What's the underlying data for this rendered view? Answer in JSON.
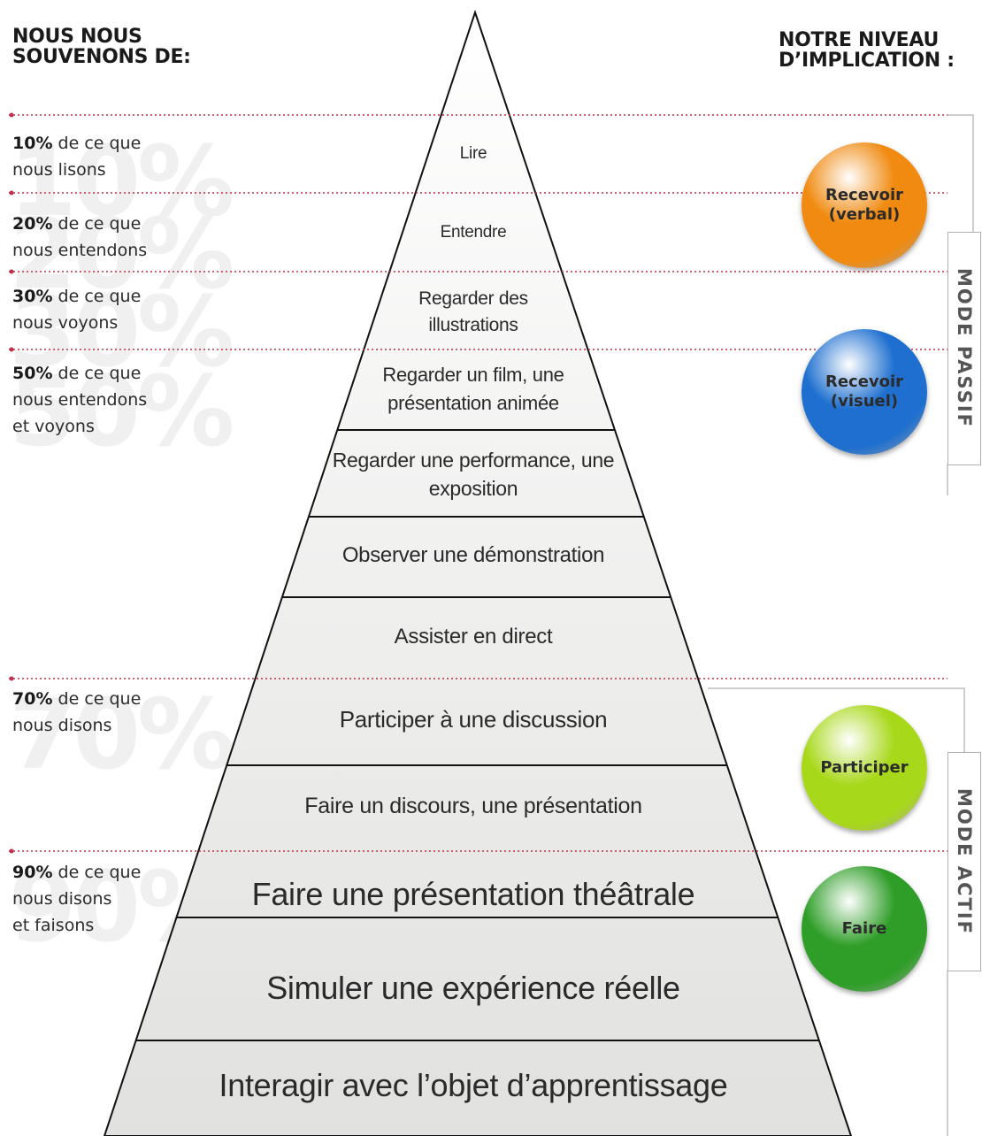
{
  "headers": {
    "left": [
      "NOUS NOUS",
      "SOUVENONS DE:"
    ],
    "right": [
      "NOTRE NIVEAU",
      "D’IMPLICATION :"
    ]
  },
  "retention": [
    {
      "percent": "10%",
      "lines": [
        "de ce que",
        "nous lisons"
      ],
      "ghost": "10%"
    },
    {
      "percent": "20%",
      "lines": [
        "de ce que",
        "nous entendons"
      ],
      "ghost": "20%"
    },
    {
      "percent": "30%",
      "lines": [
        "de ce que",
        "nous voyons"
      ],
      "ghost": "30%"
    },
    {
      "percent": "50%",
      "lines": [
        "de ce que",
        "nous entendons",
        "et voyons"
      ],
      "ghost": "50%"
    },
    {
      "percent": "70%",
      "lines": [
        "de ce que",
        "nous disons"
      ],
      "ghost": "70%"
    },
    {
      "percent": "90%",
      "lines": [
        "de ce que",
        "nous disons",
        "et faisons"
      ],
      "ghost": "90%"
    }
  ],
  "levels": [
    {
      "label": "Lire"
    },
    {
      "label": "Entendre"
    },
    {
      "label": "Regarder des illustrations"
    },
    {
      "label": "Regarder un film, une présentation animée"
    },
    {
      "label": "Regarder une performance, une exposition"
    },
    {
      "label": "Observer une démonstration"
    },
    {
      "label": "Assister en direct"
    },
    {
      "label": "Participer à une discussion"
    },
    {
      "label": "Faire un discours, une présentation"
    },
    {
      "label": "Faire une présentation théâtrale"
    },
    {
      "label": "Simuler une expérience réelle"
    },
    {
      "label": "Interagir avec l’objet d’apprentissage"
    }
  ],
  "involvement": [
    {
      "label": [
        "Recevoir",
        "(verbal)"
      ],
      "color": "#f08a10",
      "text_color": "#2b2b2b"
    },
    {
      "label": [
        "Recevoir",
        "(visuel)"
      ],
      "color": "#1e6fcf",
      "text_color": "#2b2b2b"
    },
    {
      "label": [
        "Participer"
      ],
      "color": "#a8d81a",
      "text_color": "#2b2b2b"
    },
    {
      "label": [
        "Faire"
      ],
      "color": "#2f9e28",
      "text_color": "#2b2b2b"
    }
  ],
  "modes": {
    "passive": "MODE PASSIF",
    "active": "MODE ACTIF"
  },
  "colors": {
    "divider": "#c0304a",
    "pyramid_fill_top": "#ffffff",
    "pyramid_fill_bottom": "#e1e1df",
    "pyramid_stroke": "#111111"
  }
}
